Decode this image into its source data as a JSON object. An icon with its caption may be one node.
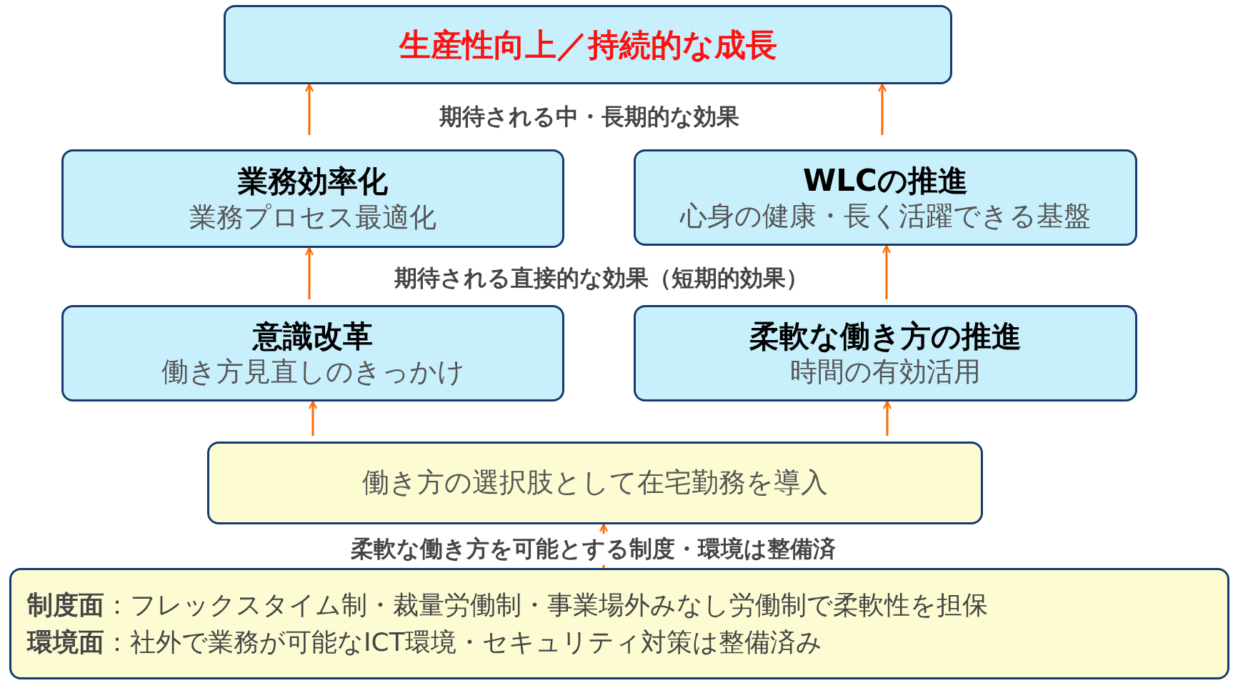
{
  "diagram": {
    "nodes": [
      {
        "text": [
          "生産性向上／持続的な成長"
        ]
      },
      {
        "text": [
          "業務効率化",
          "業務プロセス最適化"
        ]
      },
      {
        "text": [
          "WLCの推進",
          "心身の健康・長く活躍できる基盤"
        ]
      },
      {
        "text": [
          "意識改革",
          "働き方見直しのきっかけ"
        ]
      },
      {
        "text": [
          "柔軟な働き方の推進",
          "時間の有効活用"
        ]
      },
      {
        "text": [
          "働き方の選択肢として在宅勤務を導入"
        ]
      },
      {
        "text": [
          "**制度面**：フレックスタイム制・裁量労働制・事業場外みなし労働制で柔軟性を担保",
          "**環境面**：社外で業務が可能なICT環境・セキュリティ対策は整備済み"
        ]
      }
    ],
    "edges": [
      {
        "from": 1,
        "to": 0,
        "arrow": "to"
      },
      {
        "from": 2,
        "to": 0,
        "arrow": "to"
      },
      {
        "from": 3,
        "to": 1,
        "arrow": "to"
      },
      {
        "from": 4,
        "to": 2,
        "arrow": "to"
      },
      {
        "from": 5,
        "to": 3,
        "arrow": "to"
      },
      {
        "from": 5,
        "to": 4,
        "arrow": "to"
      },
      {
        "from": 6,
        "to": 5,
        "arrow": "to",
        "label": "柔軟な働き方を可能とする制度・環境は整備済"
      }
    ],
    "labels": [
      "期待される中・長期的な効果",
      "期待される直接的な効果（短期的効果）"
    ]
  }
}
